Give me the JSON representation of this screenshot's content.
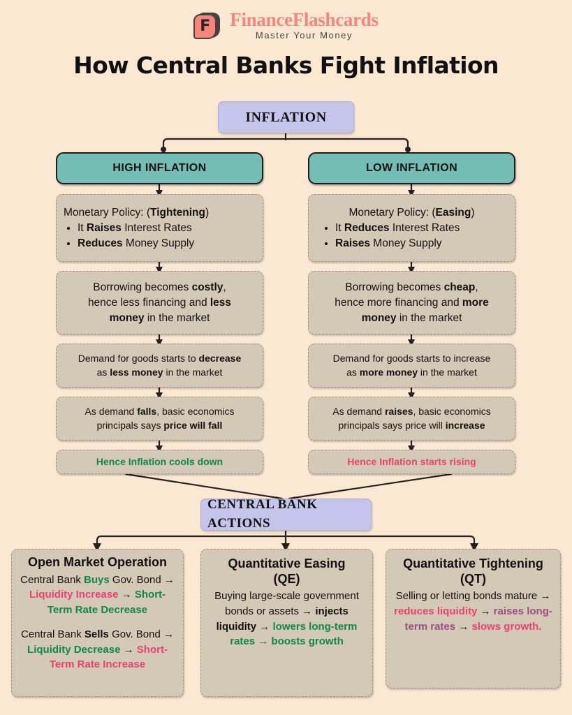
{
  "brand": {
    "logo_letter": "F",
    "name": "FinanceFlashcards",
    "tagline": "Master Your Money"
  },
  "title": "How Central Banks Fight Inflation",
  "root": {
    "label": "INFLATION"
  },
  "columns": {
    "high": {
      "header": "HIGH INFLATION",
      "policy_head_plain": "Monetary Policy: (",
      "policy_head_bold": "Tightening",
      "policy_head_tail": ")",
      "bullets": [
        {
          "pre": "It ",
          "bold": "Raises",
          "post": " Interest Rates"
        },
        {
          "pre": "",
          "bold": "Reduces",
          "post": " Money Supply"
        }
      ],
      "borrowing": "Borrowing becomes costly, hence less financing and less money in the market",
      "borrowing_bold": [
        "costly",
        "less money"
      ],
      "demand": "Demand for goods starts to decrease as less money in the market",
      "demand_bold": [
        "decrease",
        "less money"
      ],
      "price": "As demand falls, basic economics principals says price will fall",
      "price_bold": [
        "falls",
        "price will fall"
      ],
      "result": "Hence Inflation cools down",
      "result_color": "#0f8a43"
    },
    "low": {
      "header": "LOW INFLATION",
      "policy_head_plain": "Monetary Policy: (",
      "policy_head_bold": "Easing",
      "policy_head_tail": ")",
      "bullets": [
        {
          "pre": "It ",
          "bold": "Reduces",
          "post": " Interest Rates"
        },
        {
          "pre": "",
          "bold": "Raises",
          "post": " Money Supply"
        }
      ],
      "borrowing": "Borrowing becomes cheap, hence more financing and more money in the market",
      "borrowing_bold": [
        "cheap",
        "more money"
      ],
      "demand": "Demand for goods starts to increase as more money in the market",
      "demand_bold": [
        "more money"
      ],
      "price": "As demand raises, basic economics principals says price will increase",
      "price_bold": [
        "raises",
        "increase"
      ],
      "result": "Hence Inflation starts rising",
      "result_color": "#e8436f"
    }
  },
  "actions_header": {
    "label": "CENTRAL BANK ACTIONS"
  },
  "actions": [
    {
      "title": "Open Market Operation",
      "title_lines": [
        "Open Market Operation"
      ],
      "para1": "Central Bank Buys Gov. Bond → Liquidity Increase → Short-Term Rate Decrease",
      "para2": "Central Bank Sells Gov. Bond → Liquidity Decrease → Short-Term Rate Increase",
      "p1_buys": "Buys",
      "p1_liquidity": "Liquidity Increase",
      "p1_rate": "Short-Term Rate Decrease",
      "p2_sells": "Sells",
      "p2_liquidity": "Liquidity Decrease",
      "p2_rate": "Short-Term Rate Increase",
      "lead1": "Central Bank ",
      "mid1": " Gov. Bond → ",
      "arrow": " → ",
      "lead2": "Central Bank ",
      "mid2": " Gov. Bond → "
    },
    {
      "title_line1": "Quantitative Easing",
      "title_line2": "(QE)",
      "body_plain": "Buying large-scale government bonds or assets",
      "arrow": "→ ",
      "injects": "injects liquidity",
      "arrow2": " → ",
      "green_tail": "lowers long-term rates → boosts growth"
    },
    {
      "title_line1": "Quantitative Tightening",
      "title_line2": "(QT)",
      "body_plain": "Selling or letting bonds mature ",
      "arrow": "→ ",
      "reduces": "reduces liquidity",
      "arrow2": " → ",
      "raises": "raises long-term rates",
      "arrow3": " → ",
      "slows": "slows growth."
    }
  ],
  "colors": {
    "background": "#fbe8d3",
    "box_tan": "#d4c8b6",
    "teal": "#74bdb5",
    "lavender": "#c5c4ea",
    "coral": "#f4867d",
    "green": "#0f8a43",
    "pink": "#e8436f",
    "purple": "#9b4f86"
  }
}
